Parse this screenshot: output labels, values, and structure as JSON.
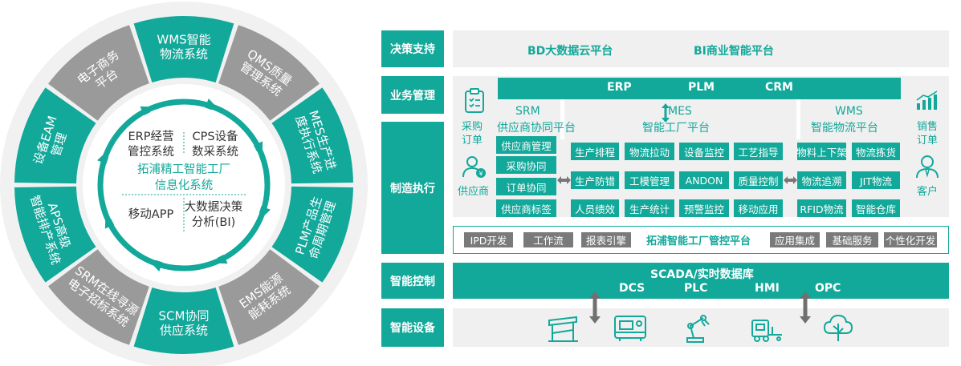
{
  "wheel": {
    "segments": [
      {
        "label": [
          "WMS智能",
          "物流系统"
        ],
        "color": "#12a89a"
      },
      {
        "label": [
          "QMS质量",
          "管理系统"
        ],
        "color": "#9a9a9a"
      },
      {
        "label": [
          "MES生产进",
          "度执行系统"
        ],
        "color": "#12a89a"
      },
      {
        "label": [
          "PLM产品生",
          "命周期管理"
        ],
        "color": "#12a89a"
      },
      {
        "label": [
          "EMS能源",
          "能耗系统"
        ],
        "color": "#9a9a9a"
      },
      {
        "label": [
          "SCM协同",
          "供应系统"
        ],
        "color": "#12a89a"
      },
      {
        "label": [
          "SRM在线寻源",
          "电子招标系统"
        ],
        "color": "#9a9a9a"
      },
      {
        "label": [
          "APS高级",
          "智能排产系统"
        ],
        "color": "#12a89a"
      },
      {
        "label": [
          "设备EAM",
          "管理"
        ],
        "color": "#12a89a"
      },
      {
        "label": [
          "电子商务",
          "平台"
        ],
        "color": "#9a9a9a"
      }
    ],
    "center": {
      "top_left": [
        "ERP经营",
        "管控系统"
      ],
      "top_right": [
        "CPS设备",
        "数采系统"
      ],
      "title": [
        "拓浦精工智能工厂",
        "信息化系统"
      ],
      "bottom_left": "移动APP",
      "bottom_right": [
        "大数据决策",
        "分析(BI)"
      ]
    }
  },
  "arch": {
    "rows": {
      "decision": "决策支持",
      "business": "业务管理",
      "manufacturing": "制造执行",
      "control": "智能控制",
      "devices": "智能设备"
    },
    "decision_items": [
      "BD大数据云平台",
      "BI商业智能平台"
    ],
    "business_items": [
      "ERP",
      "PLM",
      "CRM"
    ],
    "left_side": {
      "purchase": [
        "采购",
        "订单"
      ],
      "supplier": "供应商"
    },
    "right_side": {
      "sales": [
        "销售",
        "订单"
      ],
      "customer": "客户"
    },
    "srm": {
      "title": [
        "SRM",
        "供应商协同平台"
      ],
      "items": [
        "供应商管理",
        "采购协同",
        "订单协同",
        "供应商标签"
      ]
    },
    "mes": {
      "title": [
        "MES",
        "智能工厂平台"
      ],
      "items": [
        "生产排程",
        "物流拉动",
        "设备监控",
        "工艺指导",
        "生产防错",
        "工模管理",
        "ANDON",
        "质量控制",
        "人员绩效",
        "生产统计",
        "预警监控",
        "移动应用"
      ]
    },
    "wms": {
      "title": [
        "WMS",
        "智能物流平台"
      ],
      "items": [
        "物料上下架",
        "物流拣货",
        "物流追溯",
        "JIT物流",
        "RFID物流",
        "智能仓库"
      ]
    },
    "platform": {
      "left": [
        "IPD开发",
        "工作流",
        "报表引擎"
      ],
      "center": "拓浦智能工厂管控平台",
      "right": [
        "应用集成",
        "基础服务",
        "个性化开发"
      ]
    },
    "control": {
      "title": "SCADA/实时数据库",
      "items": [
        "DCS",
        "PLC",
        "HMI",
        "OPC"
      ]
    },
    "colors": {
      "accent": "#12a89a",
      "gray": "#9a9a9a",
      "panel": "#f0f0f0"
    },
    "device_icons": [
      "cnc-press-icon",
      "cnc-lathe-icon",
      "robot-arm-icon",
      "forklift-icon",
      "cloud-tree-icon"
    ]
  }
}
